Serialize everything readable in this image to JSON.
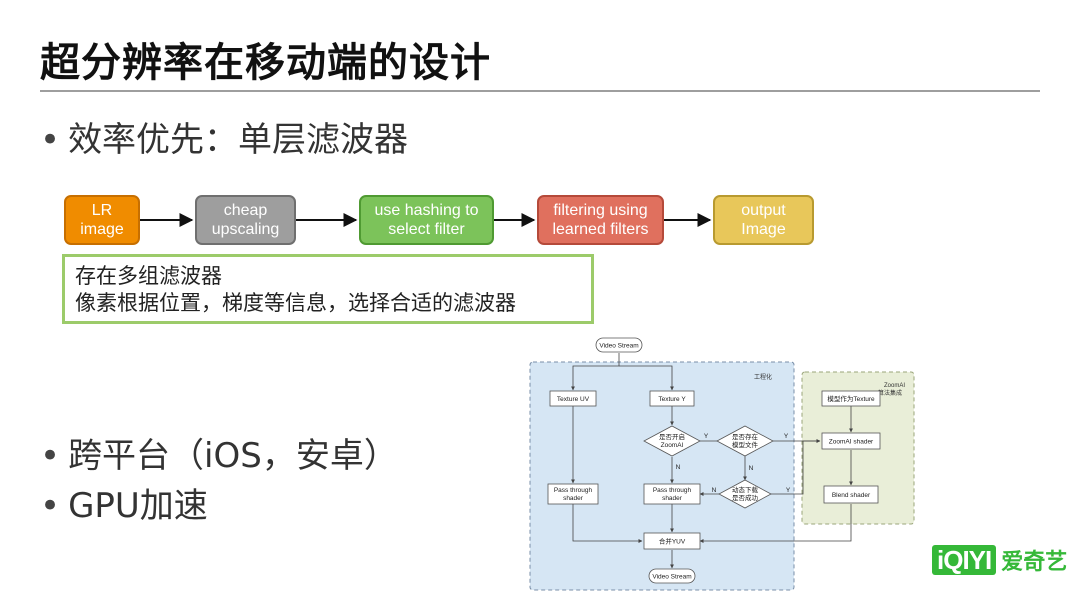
{
  "title": "超分辨率在移动端的设计",
  "bullets": {
    "b1": "效率优先：单层滤波器",
    "b2": "跨平台（iOS，安卓）",
    "b3": "GPU加速"
  },
  "pipeline": [
    {
      "line1": "LR",
      "line2": "image"
    },
    {
      "line1": "cheap",
      "line2": "upscaling"
    },
    {
      "line1": "use hashing to",
      "line2": "select filter"
    },
    {
      "line1": "filtering using",
      "line2": "learned filters"
    },
    {
      "line1": "output",
      "line2": "Image"
    }
  ],
  "note": {
    "line1": "存在多组滤波器",
    "line2": "像素根据位置，梯度等信息，选择合适的滤波器"
  },
  "flow": {
    "video_in": "Video Stream",
    "group_left": "工程化",
    "group_right_1": "ZoomAI",
    "group_right_2": "算法集成",
    "texture_uv": "Texture UV",
    "texture_y": "Texture Y",
    "model_texture": "模型作为Texture",
    "d1_l1": "是否开启",
    "d1_l2": "ZoomAI",
    "d2_l1": "是否存在",
    "d2_l2": "模型文件",
    "d3_l1": "动态下载",
    "d3_l2": "是否成功",
    "zoomai_shader": "ZoomAI shader",
    "blend_shader": "Blend shader",
    "pass_left_1": "Pass through",
    "pass_left_2": "shader",
    "pass_mid_1": "Pass through",
    "pass_mid_2": "shader",
    "merge": "合并YUV",
    "video_out": "Video Stream",
    "y1": "Y",
    "y2": "Y",
    "y3": "Y",
    "n1": "N",
    "n2": "N",
    "n3": "N"
  },
  "logo": {
    "mark": "iQIYI",
    "text": "爱奇艺"
  },
  "colors": {
    "lr": "#f08c00",
    "cheap": "#9e9e9e",
    "hash": "#7cc35a",
    "filter": "#e0705e",
    "output": "#e8c75a",
    "group_left_bg": "#d6e6f4",
    "group_right_bg": "#e9eed8",
    "brand": "#35b838"
  }
}
